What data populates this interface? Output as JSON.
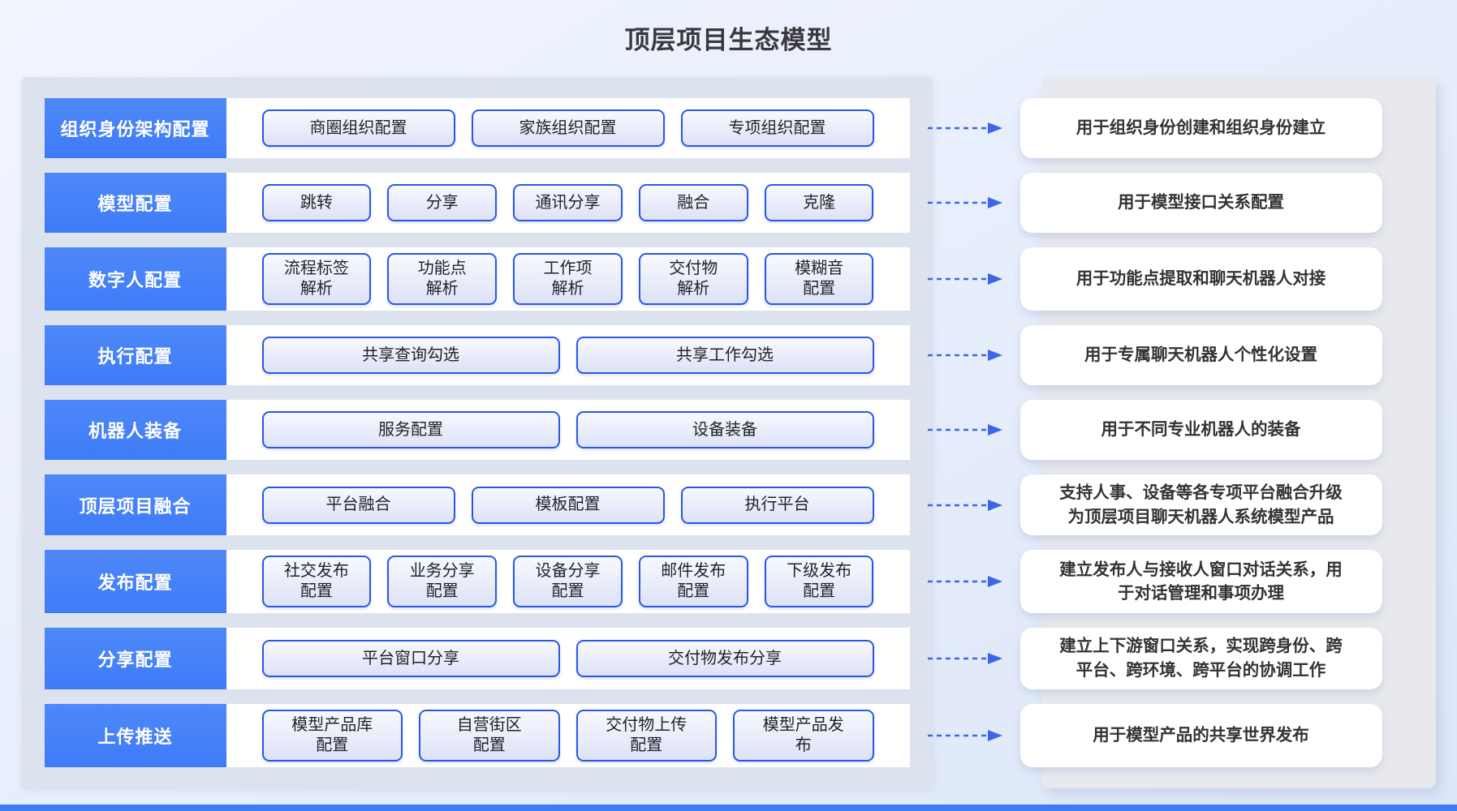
{
  "title": "顶层项目生态模型",
  "colors": {
    "row_label_blue": "#3e7bf7",
    "row_label_blue_light": "#4e88f8",
    "box_border_blue": "#2b57e9",
    "arrow_blue": "#3c66ea"
  },
  "arrow": {
    "icon": "dashed-right-arrow"
  },
  "rows": [
    {
      "label": "组织身份架构配置",
      "items": [
        "商圈组织配置",
        "家族组织配置",
        "专项组织配置"
      ],
      "description": "用于组织身份创建和组织身份建立"
    },
    {
      "label": "模型配置",
      "items": [
        "跳转",
        "分享",
        "通讯分享",
        "融合",
        "克隆"
      ],
      "description": "用于模型接口关系配置"
    },
    {
      "label": "数字人配置",
      "items": [
        "流程标签\n解析",
        "功能点\n解析",
        "工作项\n解析",
        "交付物\n解析",
        "模糊音\n配置"
      ],
      "description": "用于功能点提取和聊天机器人对接"
    },
    {
      "label": "执行配置",
      "items": [
        "共享查询勾选",
        "共享工作勾选"
      ],
      "description": "用于专属聊天机器人个性化设置"
    },
    {
      "label": "机器人装备",
      "items": [
        "服务配置",
        "设备装备"
      ],
      "description": "用于不同专业机器人的装备"
    },
    {
      "label": "顶层项目融合",
      "items": [
        "平台融合",
        "模板配置",
        "执行平台"
      ],
      "description": "支持人事、设备等各专项平台融合升级为顶层项目聊天机器人系统模型产品"
    },
    {
      "label": "发布配置",
      "items": [
        "社交发布\n配置",
        "业务分享\n配置",
        "设备分享\n配置",
        "邮件发布\n配置",
        "下级发布\n配置"
      ],
      "description": "建立发布人与接收人窗口对话关系，用于对话管理和事项办理"
    },
    {
      "label": "分享配置",
      "items": [
        "平台窗口分享",
        "交付物发布分享"
      ],
      "description": "建立上下游窗口关系，实现跨身份、跨平台、跨环境、跨平台的协调工作"
    },
    {
      "label": "上传推送",
      "items": [
        "模型产品库\n配置",
        "自营街区\n配置",
        "交付物上传\n配置",
        "模型产品发\n布"
      ],
      "description": "用于模型产品的共享世界发布"
    }
  ]
}
